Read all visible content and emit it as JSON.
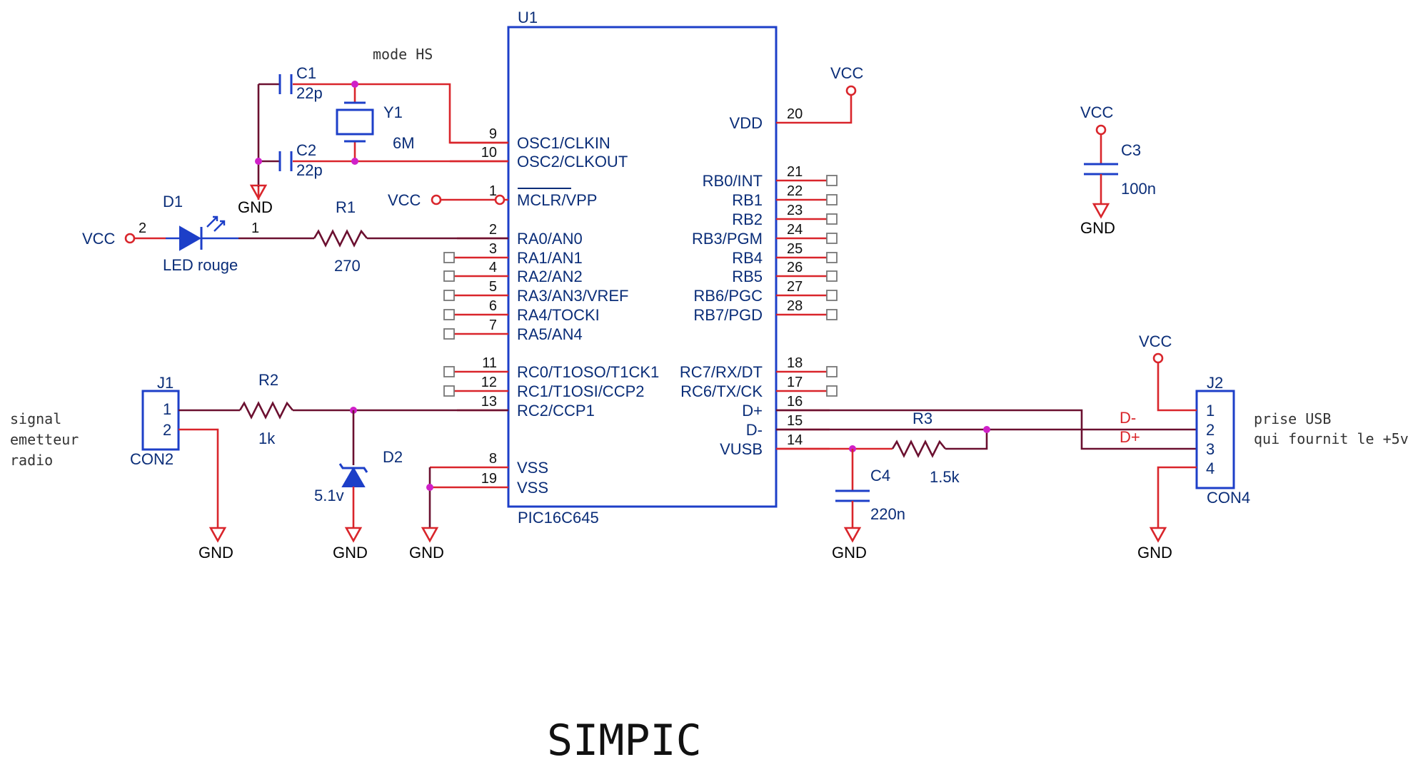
{
  "title": "SIMPIC",
  "notes": {
    "mode": "mode HS",
    "signal": [
      "signal",
      "emetteur",
      "radio"
    ],
    "usb": [
      "prise USB",
      "qui fournit le +5v"
    ]
  },
  "ic": {
    "ref": "U1",
    "part": "PIC16C645",
    "left_pins": [
      {
        "num": "9",
        "name": "OSC1/CLKIN"
      },
      {
        "num": "10",
        "name": "OSC2/CLKOUT"
      },
      {
        "num": "1",
        "name": "MCLR/VPP"
      },
      {
        "num": "2",
        "name": "RA0/AN0"
      },
      {
        "num": "3",
        "name": "RA1/AN1"
      },
      {
        "num": "4",
        "name": "RA2/AN2"
      },
      {
        "num": "5",
        "name": "RA3/AN3/VREF"
      },
      {
        "num": "6",
        "name": "RA4/TOCKI"
      },
      {
        "num": "7",
        "name": "RA5/AN4"
      },
      {
        "num": "11",
        "name": "RC0/T1OSO/T1CK1"
      },
      {
        "num": "12",
        "name": "RC1/T1OSI/CCP2"
      },
      {
        "num": "13",
        "name": "RC2/CCP1"
      },
      {
        "num": "8",
        "name": "VSS"
      },
      {
        "num": "19",
        "name": "VSS"
      }
    ],
    "right_pins": [
      {
        "num": "20",
        "name": "VDD"
      },
      {
        "num": "21",
        "name": "RB0/INT"
      },
      {
        "num": "22",
        "name": "RB1"
      },
      {
        "num": "23",
        "name": "RB2"
      },
      {
        "num": "24",
        "name": "RB3/PGM"
      },
      {
        "num": "25",
        "name": "RB4"
      },
      {
        "num": "26",
        "name": "RB5"
      },
      {
        "num": "27",
        "name": "RB6/PGC"
      },
      {
        "num": "28",
        "name": "RB7/PGD"
      },
      {
        "num": "18",
        "name": "RC7/RX/DT"
      },
      {
        "num": "17",
        "name": "RC6/TX/CK"
      },
      {
        "num": "16",
        "name": "D+"
      },
      {
        "num": "15",
        "name": "D-"
      },
      {
        "num": "14",
        "name": "VUSB"
      }
    ]
  },
  "components": {
    "c1": {
      "ref": "C1",
      "value": "22p"
    },
    "c2": {
      "ref": "C2",
      "value": "22p"
    },
    "c3": {
      "ref": "C3",
      "value": "100n"
    },
    "c4": {
      "ref": "C4",
      "value": "220n"
    },
    "y1": {
      "ref": "Y1",
      "value": "6M"
    },
    "d1": {
      "ref": "D1",
      "value": "LED rouge",
      "pin_a": "2",
      "pin_k": "1"
    },
    "d2": {
      "ref": "D2",
      "value": "5.1v"
    },
    "r1": {
      "ref": "R1",
      "value": "270"
    },
    "r2": {
      "ref": "R2",
      "value": "1k"
    },
    "r3": {
      "ref": "R3",
      "value": "1.5k"
    },
    "j1": {
      "ref": "J1",
      "type": "CON2",
      "pins": [
        "1",
        "2"
      ]
    },
    "j2": {
      "ref": "J2",
      "type": "CON4",
      "pins": [
        "1",
        "2",
        "3",
        "4"
      ]
    }
  },
  "power": {
    "vcc": "VCC",
    "gnd": "GND"
  },
  "net_labels": {
    "dminus": "D-",
    "dplus": "D+"
  }
}
